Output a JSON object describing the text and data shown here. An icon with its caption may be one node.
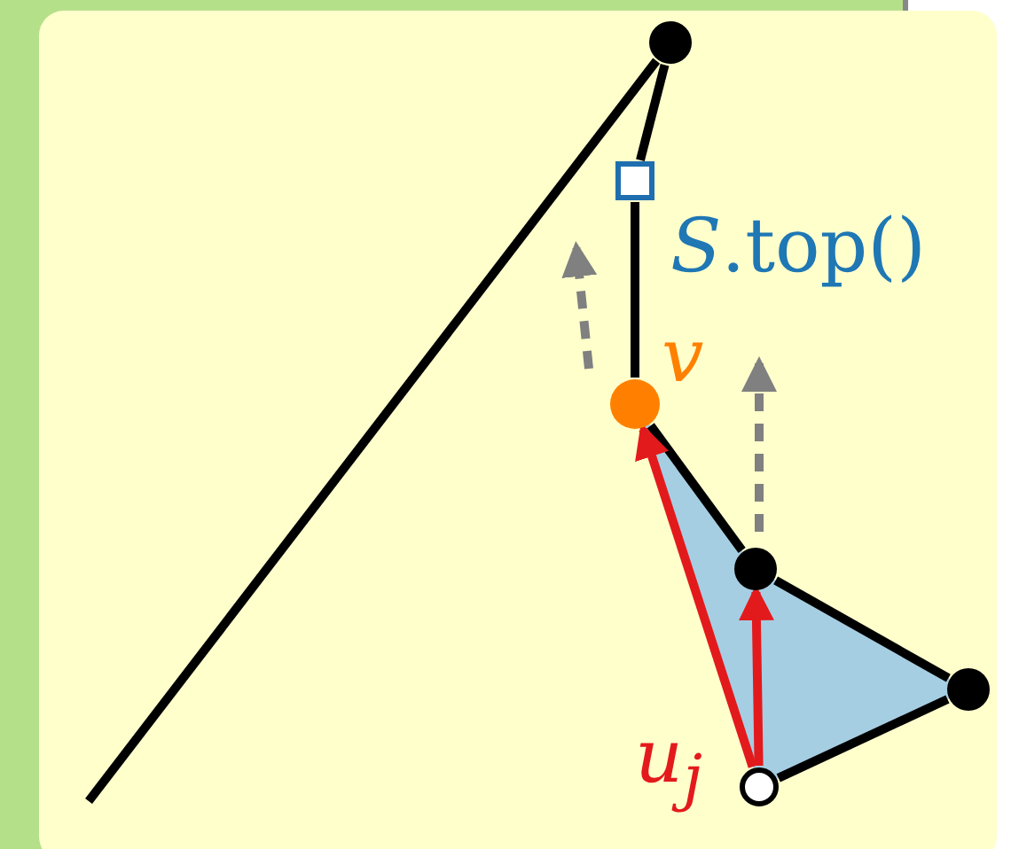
{
  "diagram": {
    "nodes": [
      {
        "text": [],
        "shape": "circle"
      },
      {
        "text": [],
        "shape": "box",
        "beside": [
          "*S*.top()"
        ]
      },
      {
        "text": [],
        "shape": "circle",
        "beside": [
          "v"
        ]
      },
      {
        "text": [],
        "shape": "circle"
      },
      {
        "text": [],
        "shape": "circle"
      },
      {
        "text": [],
        "shape": "circle",
        "beside": [
          "u$_{j}$"
        ]
      }
    ],
    "edges": [
      {
        "from": 0,
        "to": null,
        "arrow": "none"
      },
      {
        "from": 0,
        "to": 1,
        "arrow": "none"
      },
      {
        "from": 1,
        "to": 2,
        "arrow": "none"
      },
      {
        "from": 2,
        "to": 3,
        "arrow": "none"
      },
      {
        "from": 3,
        "to": 4,
        "arrow": "none"
      },
      {
        "from": 4,
        "to": 5,
        "arrow": "none"
      },
      {
        "from": 5,
        "to": 3,
        "arrow": "to",
        "color": "#e31a1c"
      },
      {
        "from": 5,
        "to": 2,
        "arrow": "to",
        "color": "#e31a1c"
      }
    ]
  }
}
